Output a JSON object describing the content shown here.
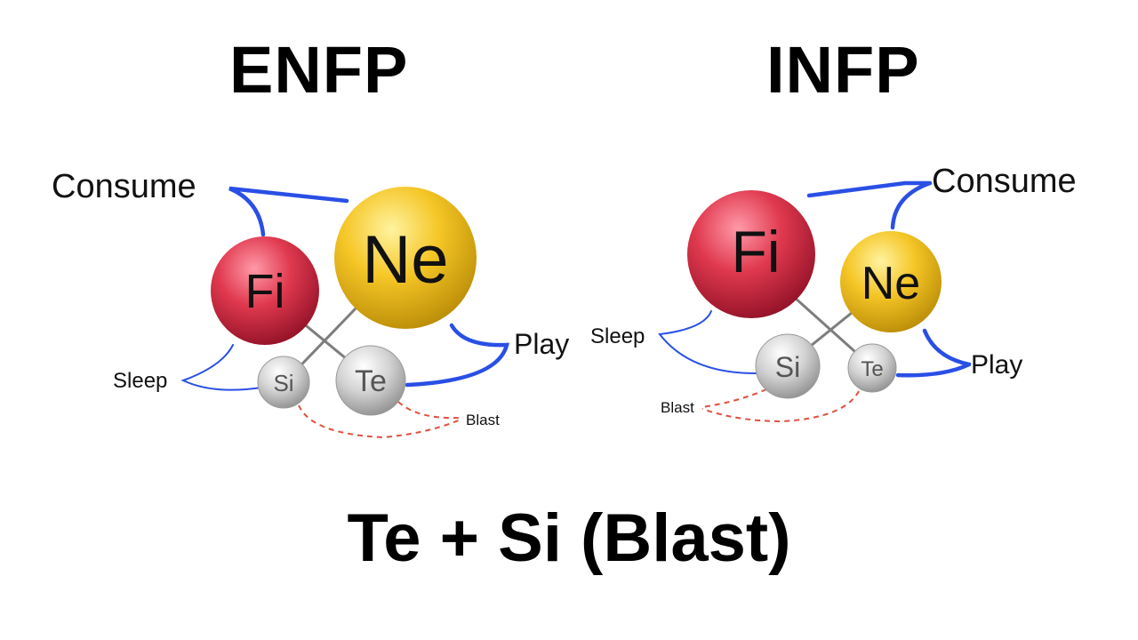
{
  "diagrams": [
    {
      "title": "ENFP",
      "labels": {
        "consume": "Consume",
        "play": "Play",
        "sleep": "Sleep",
        "blast": "Blast"
      },
      "functions": {
        "fi": "Fi",
        "ne": "Ne",
        "si": "Si",
        "te": "Te"
      }
    },
    {
      "title": "INFP",
      "labels": {
        "consume": "Consume",
        "play": "Play",
        "sleep": "Sleep",
        "blast": "Blast"
      },
      "functions": {
        "fi": "Fi",
        "ne": "Ne",
        "si": "Si",
        "te": "Te"
      }
    }
  ],
  "caption": "Te + Si (Blast)",
  "colors": {
    "fi": "#d3283f",
    "ne": "#f0c02a",
    "si_te": "#c9c9c9",
    "connector": "#2a4fe6",
    "blast": "#e0503e"
  }
}
